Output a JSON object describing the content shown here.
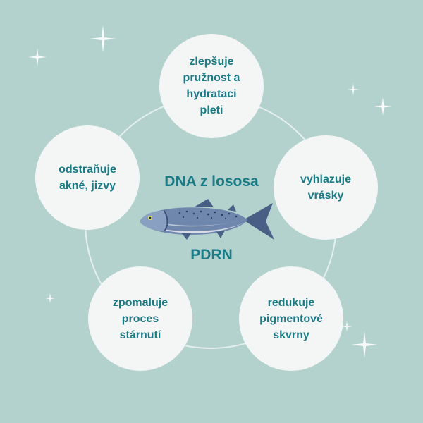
{
  "center": {
    "title": "DNA z lososa",
    "subtitle": "PDRN"
  },
  "benefits": [
    {
      "label": "zlepšuje\npružnost a\nhydrataci\npleti"
    },
    {
      "label": "odstraňuje\nakné, jizvy"
    },
    {
      "label": "vyhlazuje\nvrásky"
    },
    {
      "label": "zpomaluje\nproces\nstárnutí"
    },
    {
      "label": "redukuje\npigmentové\nskvrny"
    }
  ],
  "colors": {
    "background": "#b3d2ce",
    "accent_text": "#1a7a86",
    "bubble": "#f4f6f5"
  },
  "icons": [
    "salmon-fish-icon",
    "sparkle-star-icon"
  ]
}
